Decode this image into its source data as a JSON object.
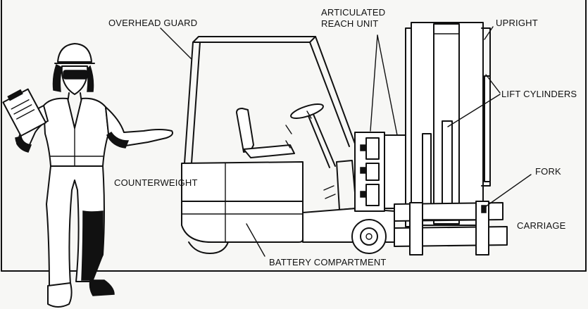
{
  "diagram": {
    "labels": {
      "overhead_guard": "OVERHEAD GUARD",
      "articulated_line1": "ARTICULATED",
      "articulated_line2": "REACH UNIT",
      "upright": "UPRIGHT",
      "lift_cylinders": "LIFT CYLINDERS",
      "counterweight": "COUNTERWEIGHT",
      "fork": "FORK",
      "carriage": "CARRIAGE",
      "battery_compartment": "BATTERY COMPARTMENT"
    },
    "colors": {
      "ink": "#111111",
      "paper": "#f7f7f5"
    }
  }
}
